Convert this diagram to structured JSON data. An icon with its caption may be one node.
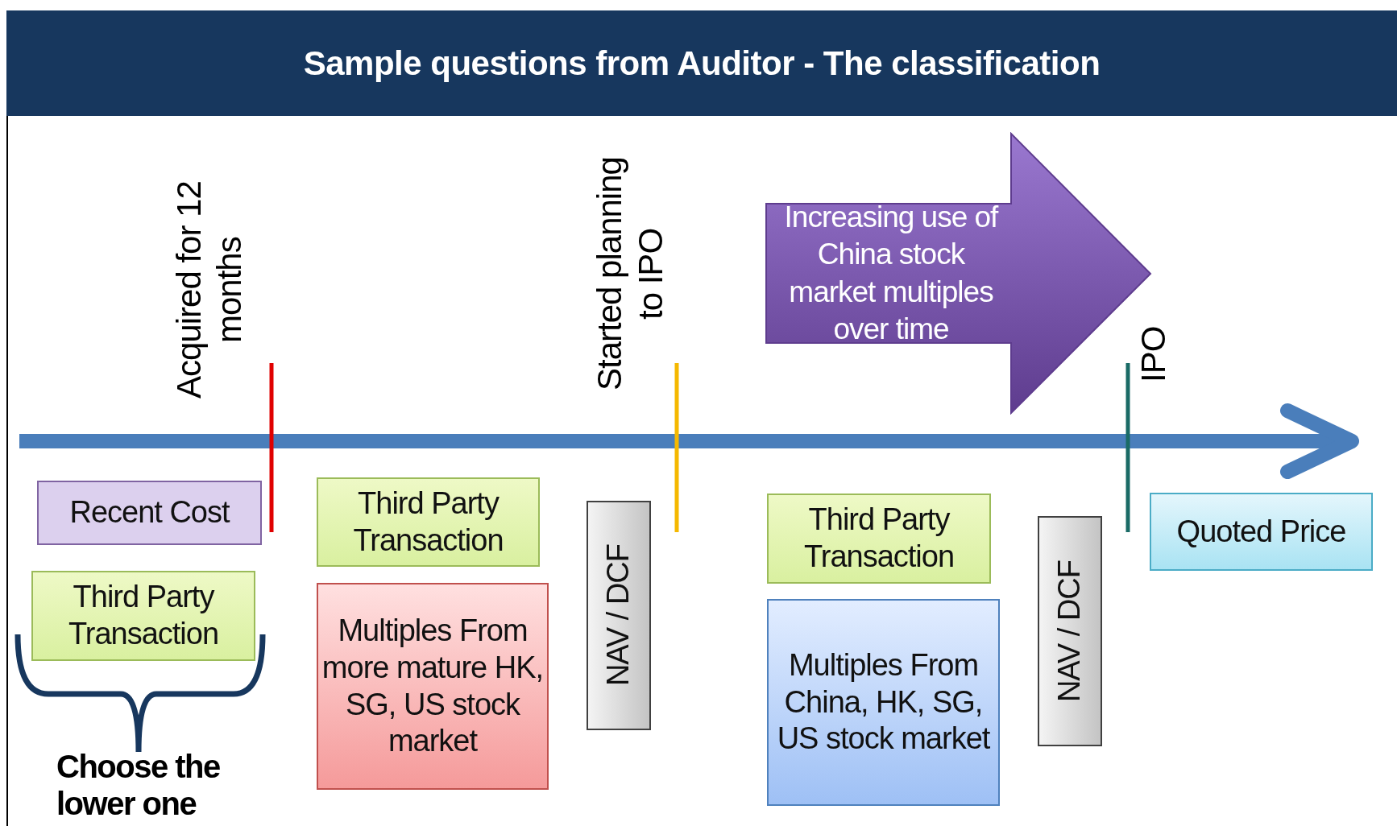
{
  "diagram": {
    "title": "Sample questions from Auditor - The classification",
    "nodes": [
      {
        "text": [
          "Increasing use of China stock market multiples over time"
        ]
      },
      {
        "text": [
          "Recent Cost"
        ]
      },
      {
        "text": [
          "Third Party Transaction"
        ]
      },
      {
        "text": [
          "Third Party Transaction"
        ]
      },
      {
        "text": [
          "Multiples From more mature HK, SG, US stock market"
        ]
      },
      {
        "text": [
          "NAV / DCF"
        ]
      },
      {
        "text": [
          "Third Party Transaction"
        ]
      },
      {
        "text": [
          "Multiples From China, HK, SG, US stock market"
        ]
      },
      {
        "text": [
          "NAV / DCF"
        ]
      },
      {
        "text": [
          "Quoted Price"
        ]
      }
    ],
    "edges": [],
    "labels": [
      "Acquired for 12 months",
      "Started planning to IPO",
      "IPO",
      "Choose the lower one"
    ]
  }
}
